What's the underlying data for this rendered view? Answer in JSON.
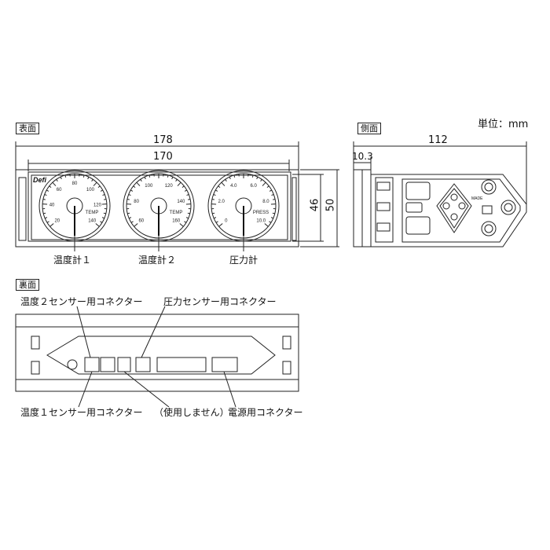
{
  "views": {
    "front": "表面",
    "side": "側面",
    "back": "裏面"
  },
  "unit": "単位：mm",
  "dimensions": {
    "front_total_width": "178",
    "front_inner_width": "170",
    "front_inner_height": "46",
    "front_total_height": "50",
    "side_depth": "112",
    "side_flange": "10.3"
  },
  "front_labels": {
    "gauge1": "温度計１",
    "gauge2": "温度計２",
    "gauge3": "圧力計"
  },
  "back_labels": {
    "temp2_connector": "温度２センサー用コネクター",
    "pressure_connector": "圧力センサー用コネクター",
    "temp1_connector": "温度１センサー用コネクター",
    "unused": "（使用しません）",
    "power_connector": "電源用コネクター"
  },
  "logo": "Defi",
  "gauges": [
    {
      "unit": "TEMP",
      "ticks": [
        "20",
        "40",
        "60",
        "80",
        "100",
        "120",
        "140"
      ]
    },
    {
      "unit": "TEMP",
      "ticks": [
        "60",
        "80",
        "100",
        "120",
        "140",
        "160"
      ]
    },
    {
      "unit": "PRESS",
      "ticks": [
        "0",
        "2.0",
        "4.0",
        "6.0",
        "8.0",
        "10.0"
      ]
    }
  ],
  "side_badge": "MADE"
}
